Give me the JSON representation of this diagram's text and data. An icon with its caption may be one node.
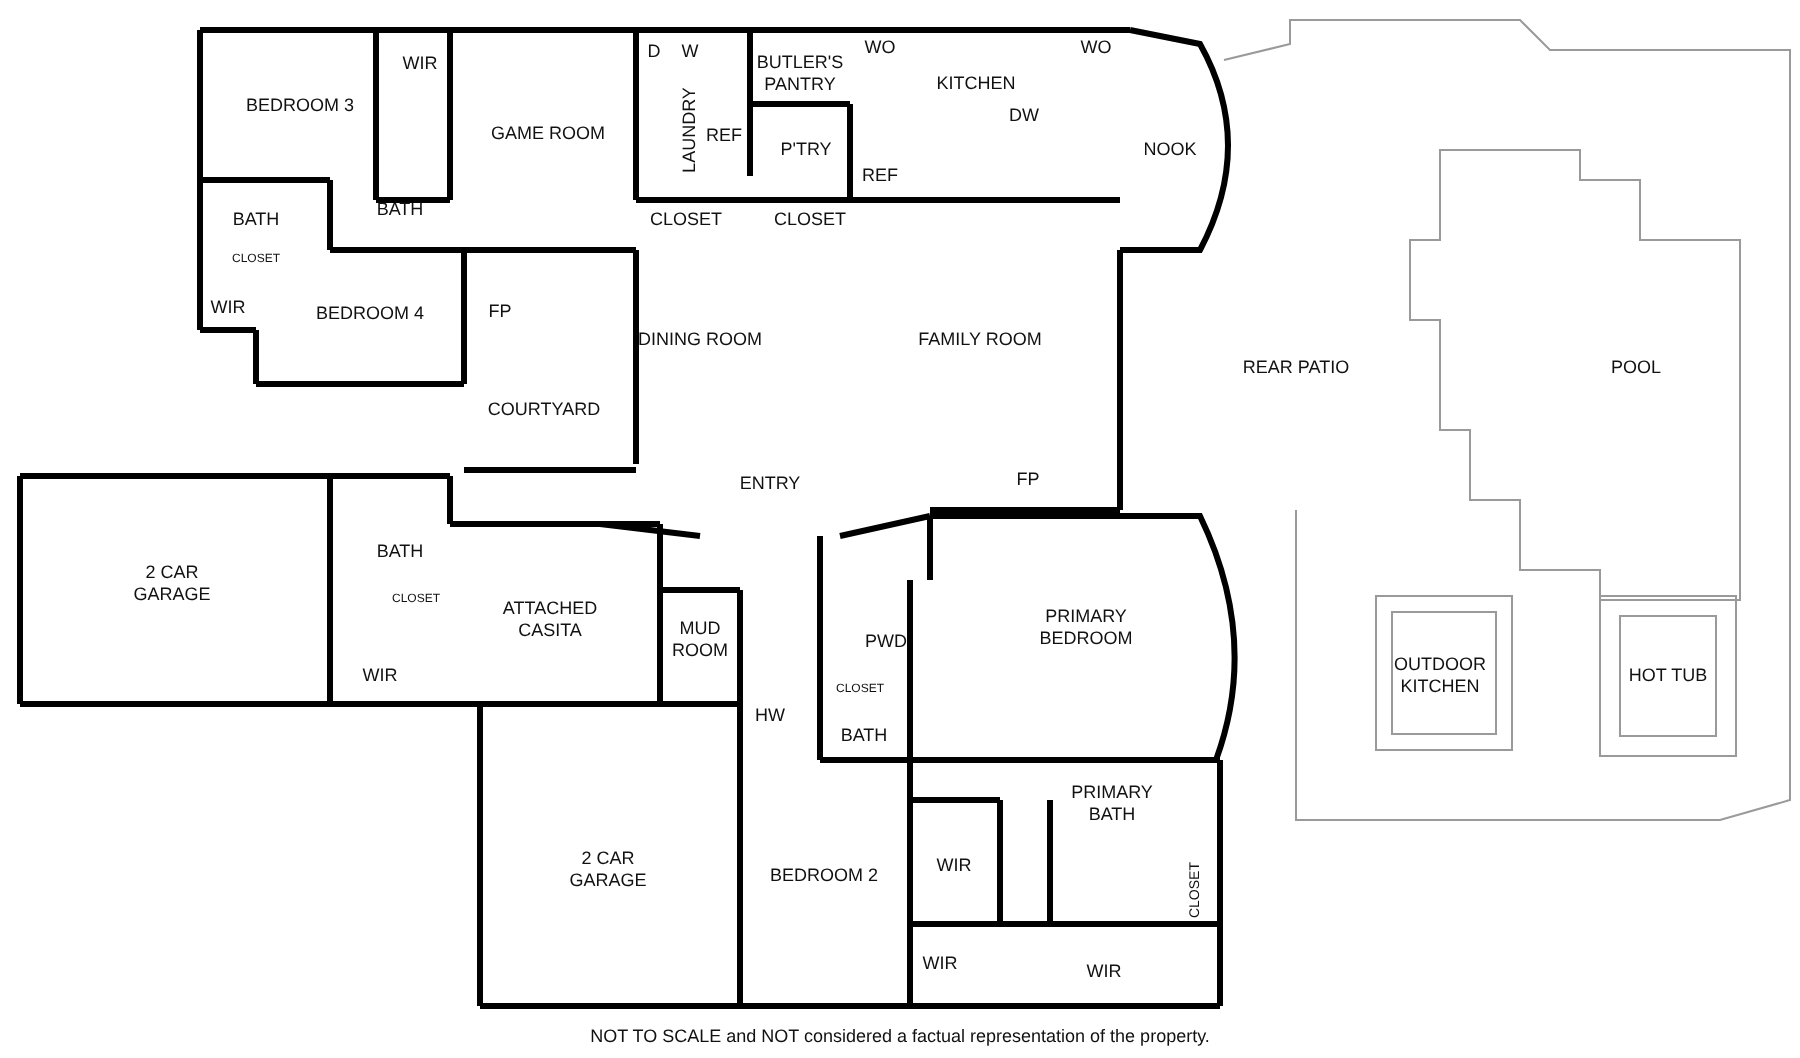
{
  "diagram": {
    "caption": "NOT TO SCALE and NOT considered a factual representation of the property.",
    "labels": [
      "BEDROOM 3",
      "WIR",
      "GAME ROOM",
      "D",
      "W",
      "BUTLER'S PANTRY",
      "WO",
      "KITCHEN",
      "WO",
      "LAUNDRY",
      "REF",
      "DW",
      "P'TRY",
      "NOOK",
      "BATH",
      "REF",
      "CLOSET",
      "CLOSET",
      "BATH",
      "CLOSET",
      "WIR",
      "BEDROOM 4",
      "FP",
      "DINING ROOM",
      "FAMILY ROOM",
      "REAR PATIO",
      "POOL",
      "COURTYARD",
      "ENTRY",
      "FP",
      "2 CAR GARAGE",
      "BATH",
      "ATTACHED CASITA",
      "CLOSET",
      "PRIMARY BEDROOM",
      "MUD ROOM",
      "PWD",
      "OUTDOOR KITCHEN",
      "HOT TUB",
      "WIR",
      "CLOSET",
      "HW",
      "BATH",
      "PRIMARY BATH",
      "2 CAR GARAGE",
      "WIR",
      "BEDROOM 2",
      "CLOSET",
      "WIR",
      "WIR"
    ]
  }
}
